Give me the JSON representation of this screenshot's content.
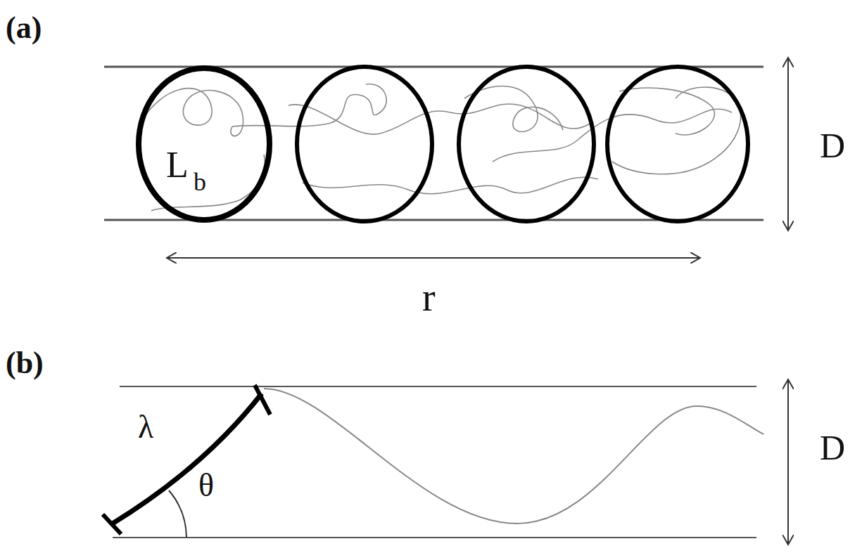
{
  "diagram": {
    "nodes": [
      {
        "text": [
          "L",
          "b"
        ]
      }
    ],
    "labels": [
      "(a)",
      "D",
      "r",
      "(b)",
      "λ",
      "θ",
      "D"
    ]
  }
}
